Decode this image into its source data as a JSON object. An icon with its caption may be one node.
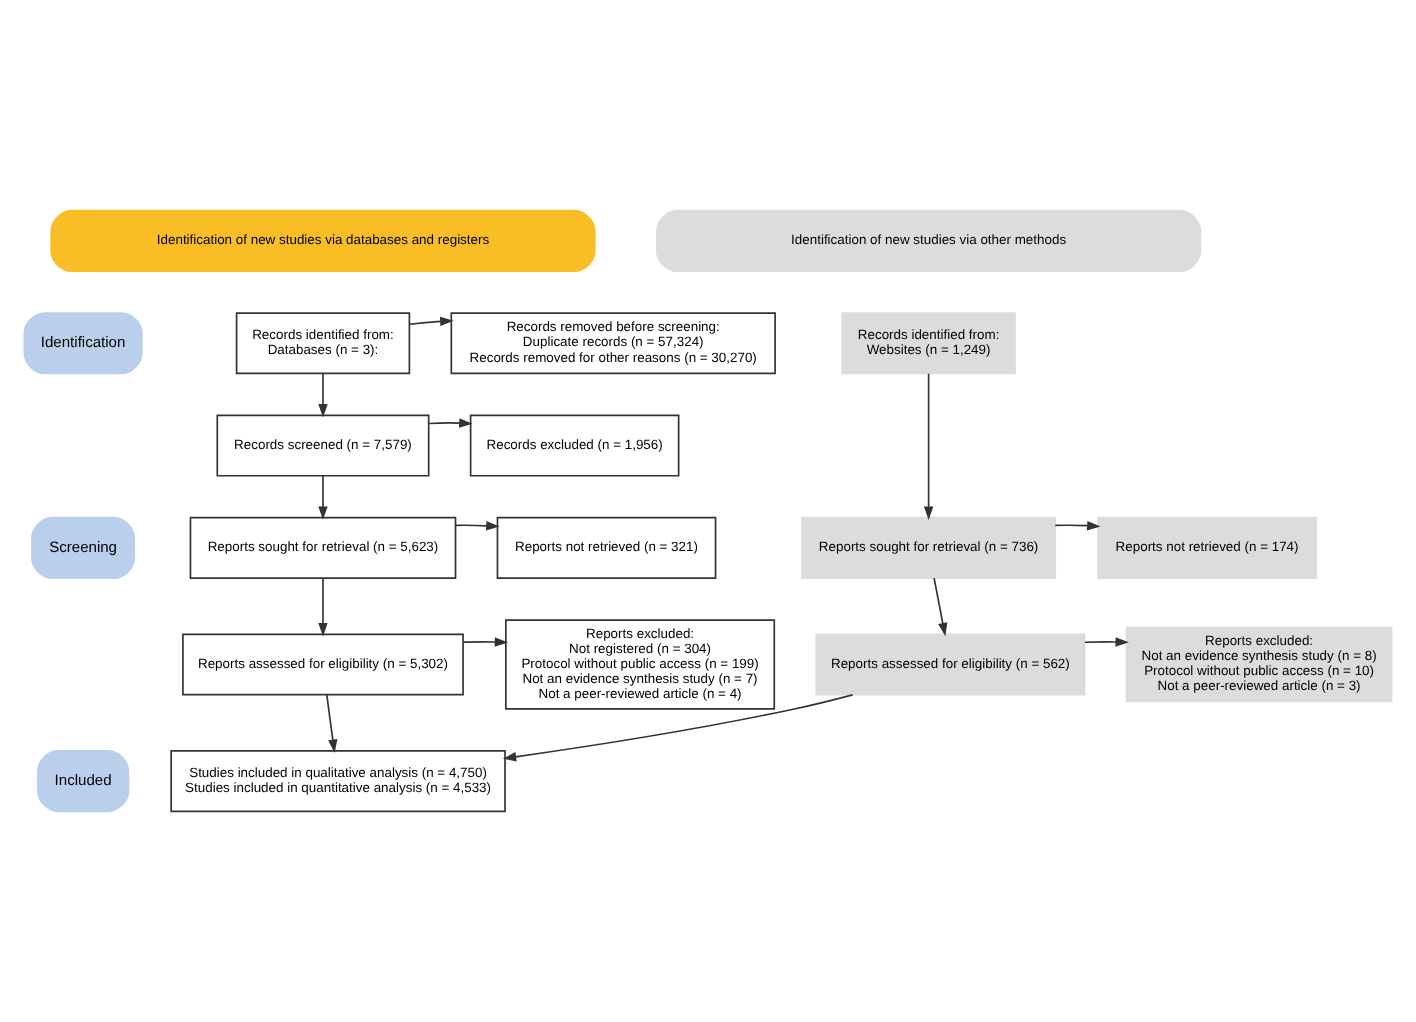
{
  "diagram": {
    "nodes": [
      {
        "text": [
          "Identification of new studies via databases and registers"
        ]
      },
      {
        "text": [
          "Identification of new studies via other methods"
        ]
      },
      {
        "text": [
          "Identification"
        ]
      },
      {
        "text": [
          "Records identified from:",
          "Databases (n = 3):"
        ]
      },
      {
        "text": [
          "Records removed before screening:",
          "Duplicate records (n = 57,324)",
          "Records removed for other reasons (n = 30,270)"
        ]
      },
      {
        "text": [
          "Records identified from:",
          "Websites (n = 1,249)"
        ]
      },
      {
        "text": [
          "Screening"
        ]
      },
      {
        "text": [
          "Records screened (n = 7,579)"
        ]
      },
      {
        "text": [
          "Records excluded (n = 1,956)"
        ]
      },
      {
        "text": [
          "Reports sought for retrieval (n = 5,623)"
        ]
      },
      {
        "text": [
          "Reports not retrieved (n = 321)"
        ]
      },
      {
        "text": [
          "Reports sought for retrieval (n = 736)"
        ]
      },
      {
        "text": [
          "Reports not retrieved (n = 174)"
        ]
      },
      {
        "text": [
          "Reports assessed for eligibility (n = 5,302)"
        ]
      },
      {
        "text": [
          "Reports excluded:",
          "Not registered (n = 304)",
          "Protocol without public access (n = 199)",
          "Not an evidence synthesis study (n = 7)",
          "Not a peer-reviewed article (n = 4)"
        ]
      },
      {
        "text": [
          "Reports assessed for eligibility (n = 562)"
        ]
      },
      {
        "text": [
          "Reports excluded:",
          "Not an evidence synthesis study (n = 8)",
          "Protocol without public access (n = 10)",
          "Not a peer-reviewed article (n = 3)"
        ]
      },
      {
        "text": [
          "Included"
        ]
      },
      {
        "text": [
          "Studies included in qualitative analysis (n = 4,750)",
          "Studies included in quantitative analysis (n = 4,533)"
        ]
      }
    ],
    "edges": [
      {
        "from": 3,
        "to": 4,
        "arrow": "to"
      },
      {
        "from": 3,
        "to": 7,
        "arrow": "to"
      },
      {
        "from": 7,
        "to": 8,
        "arrow": "to"
      },
      {
        "from": 7,
        "to": 9,
        "arrow": "to"
      },
      {
        "from": 9,
        "to": 10,
        "arrow": "to"
      },
      {
        "from": 9,
        "to": 13,
        "arrow": "to"
      },
      {
        "from": 13,
        "to": 14,
        "arrow": "to"
      },
      {
        "from": 13,
        "to": 18,
        "arrow": "to"
      },
      {
        "from": 5,
        "to": 11,
        "arrow": "to"
      },
      {
        "from": 11,
        "to": 12,
        "arrow": "to"
      },
      {
        "from": 11,
        "to": 15,
        "arrow": "to"
      },
      {
        "from": 15,
        "to": 16,
        "arrow": "to"
      },
      {
        "from": 15,
        "to": 18,
        "arrow": "to"
      }
    ]
  }
}
